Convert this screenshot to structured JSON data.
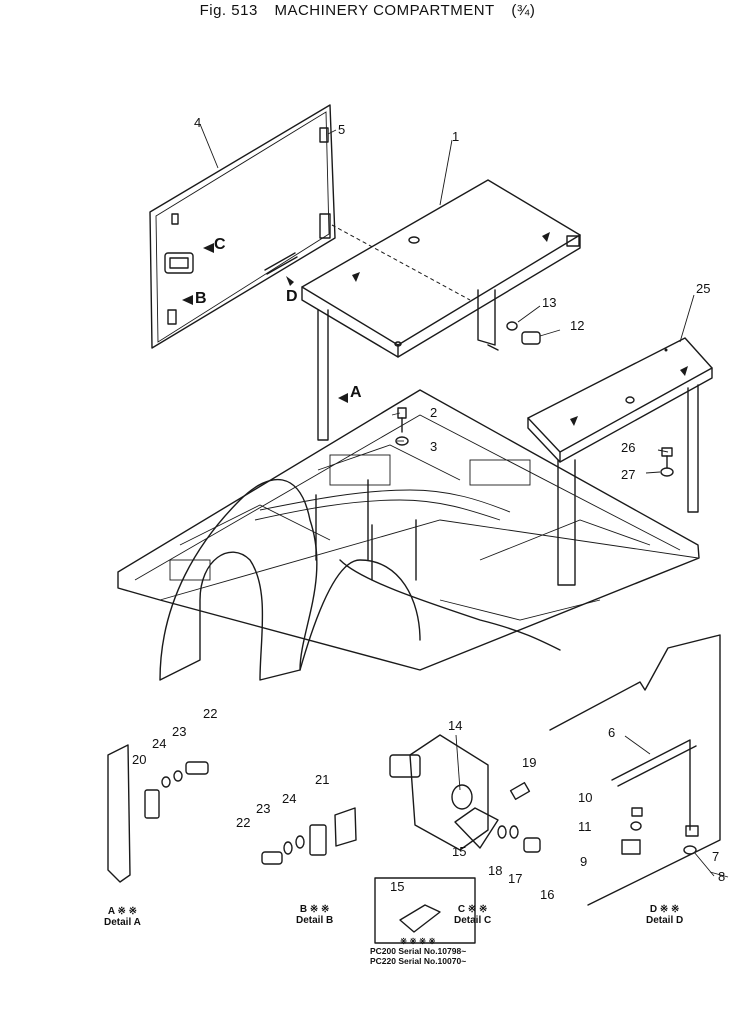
{
  "title": {
    "fig": "Fig. 513",
    "name": "MACHINERY COMPARTMENT",
    "part": "(¾)"
  },
  "labels": {
    "n1": "1",
    "n2": "2",
    "n3": "3",
    "n4": "4",
    "n5": "5",
    "n6": "6",
    "n7": "7",
    "n8": "8",
    "n9": "9",
    "n10": "10",
    "n11": "11",
    "n12": "12",
    "n13": "13",
    "n14": "14",
    "n15": "15",
    "n15b": "15",
    "n16": "16",
    "n17": "17",
    "n18": "18",
    "n19": "19",
    "n20": "20",
    "n21": "21",
    "n22a": "22",
    "n22b": "22",
    "n23a": "23",
    "n23b": "23",
    "n24a": "24",
    "n24b": "24",
    "n25": "25",
    "n26": "26",
    "n27": "27"
  },
  "callouts": {
    "a": "A",
    "b": "B",
    "c": "C",
    "d": "D"
  },
  "details": {
    "a": {
      "code": "A  ※  ※",
      "name": "Detail  A"
    },
    "b": {
      "code": "B  ※  ※",
      "name": "Detail  B"
    },
    "c": {
      "code": "C  ※  ※",
      "name": "Detail  C"
    },
    "d": {
      "code": "D  ※  ※",
      "name": "Detail  D"
    }
  },
  "serials": {
    "code": "※  ※  ※  ※",
    "pc200": "PC200 Serial No.10798~",
    "pc220": "PC220 Serial No.10070~"
  }
}
